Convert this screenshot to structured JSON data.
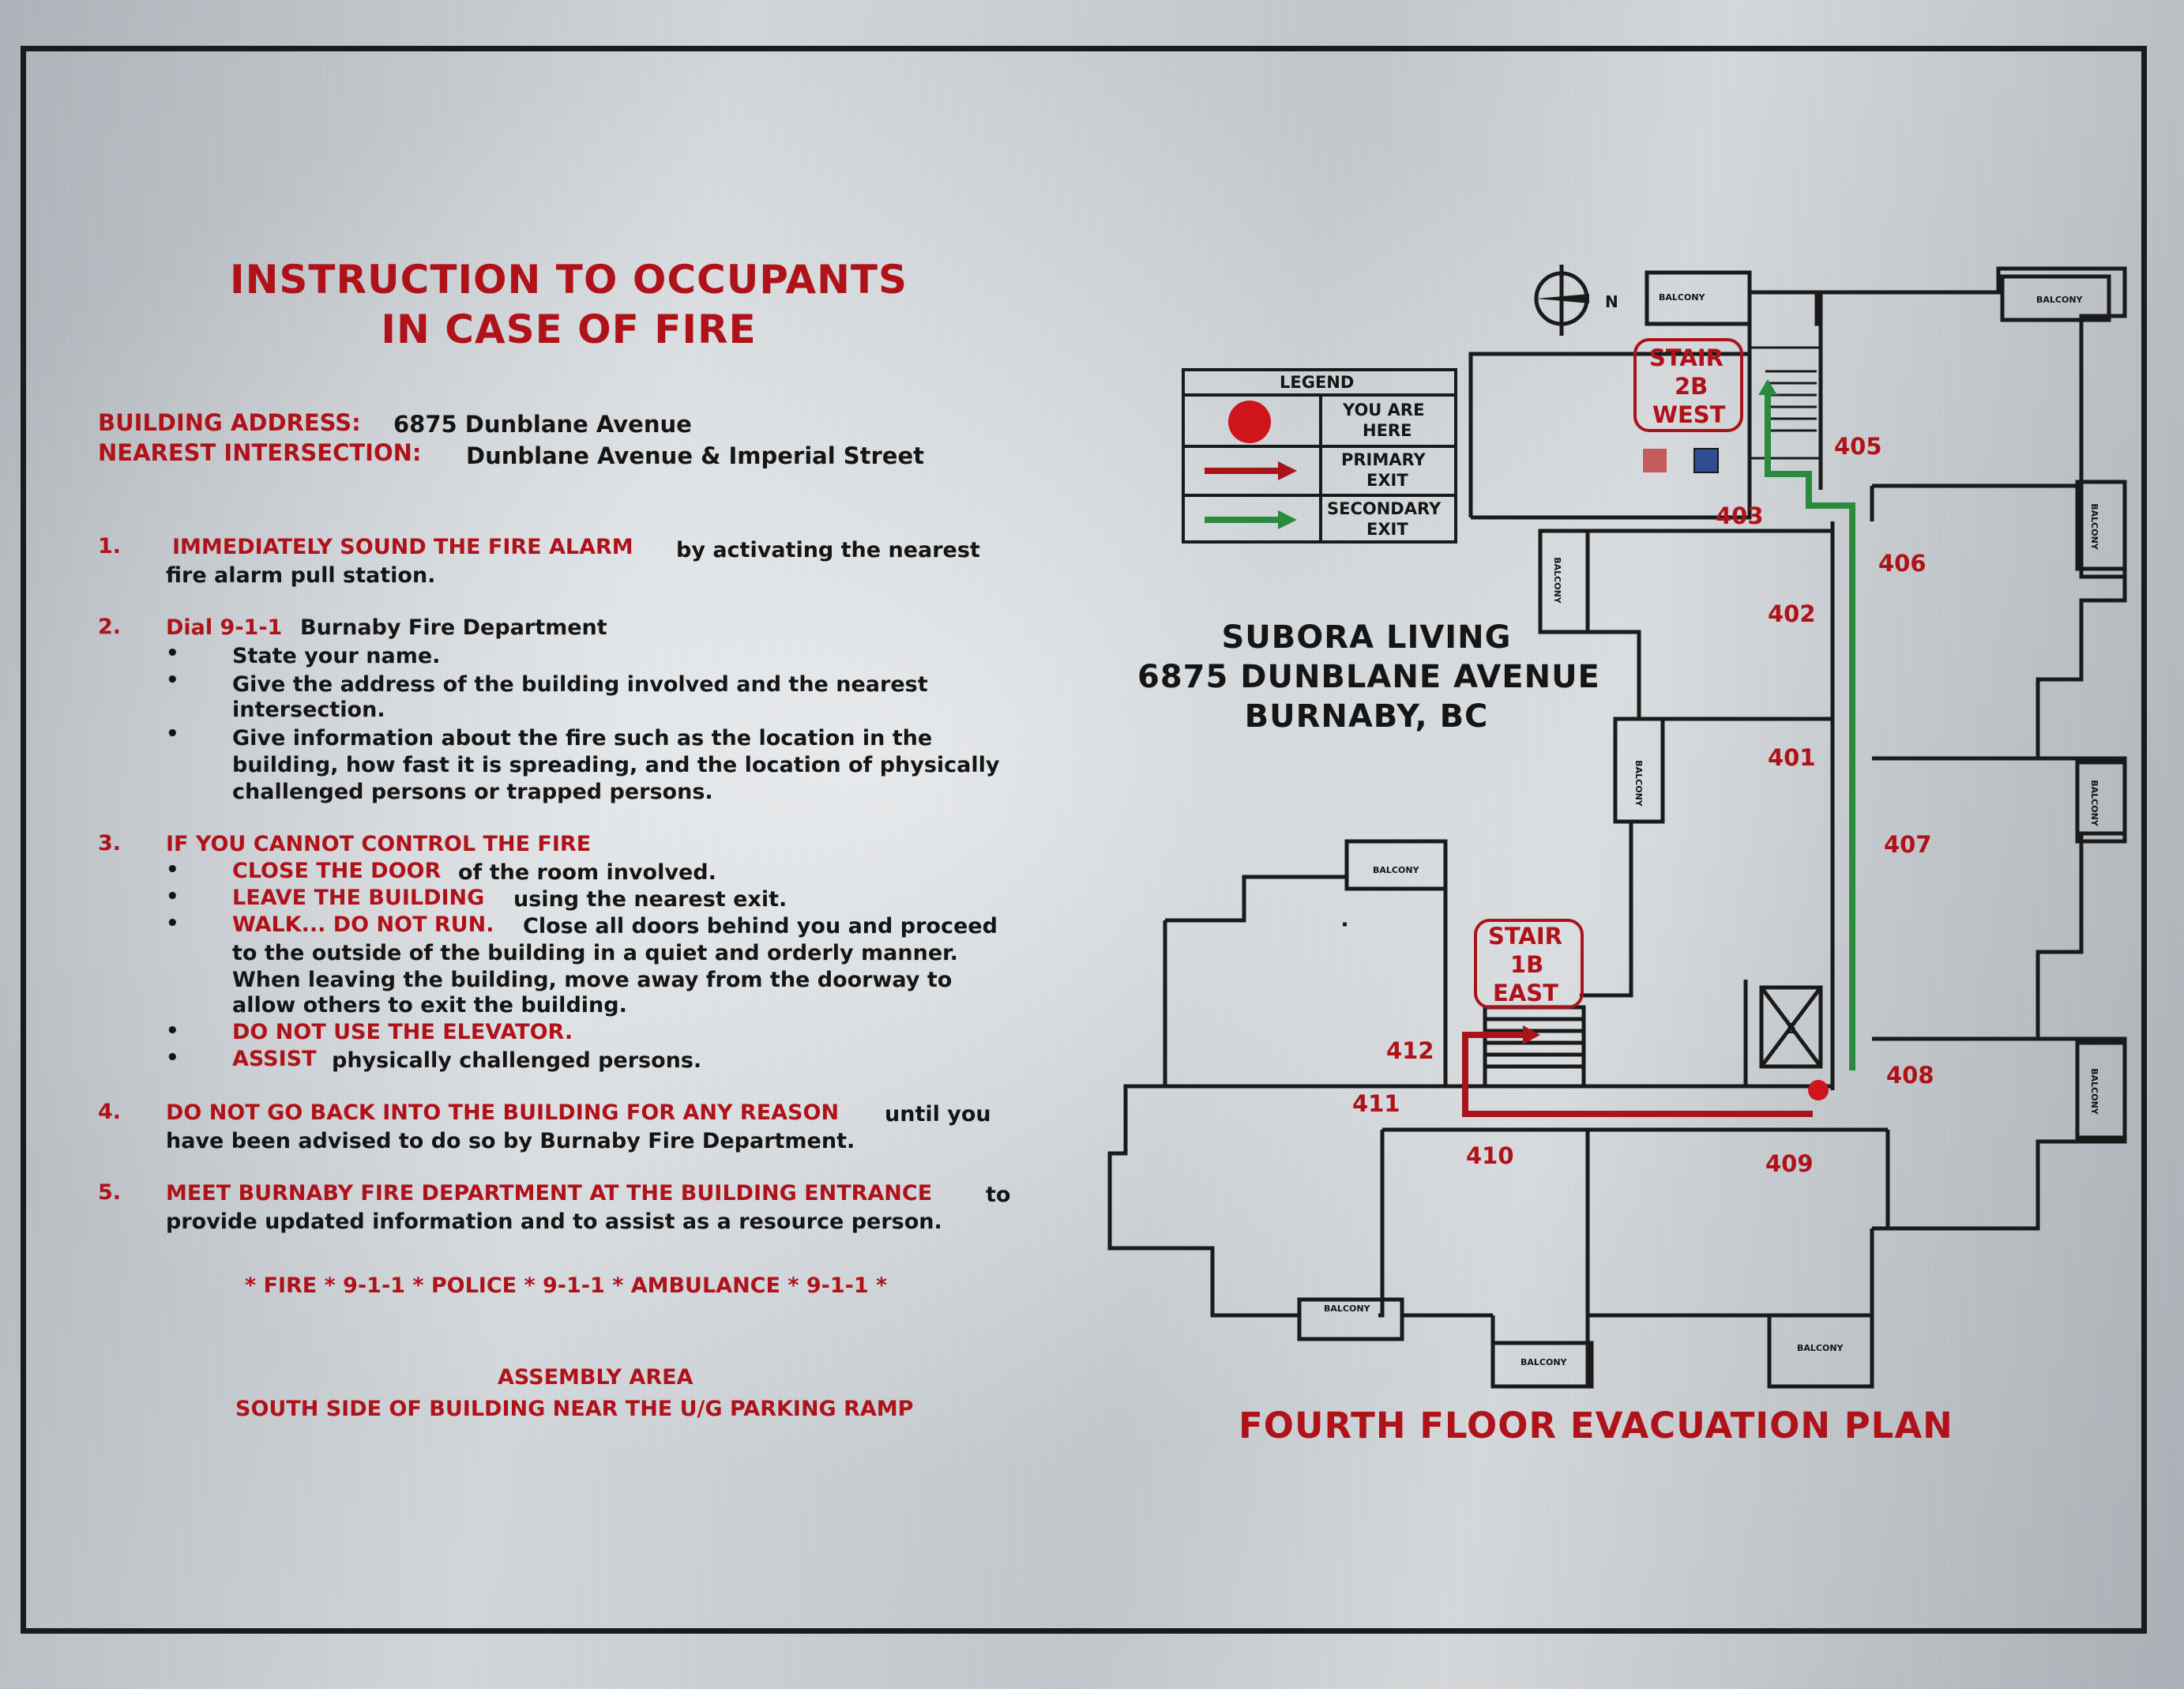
{
  "header": {
    "title_line1": "INSTRUCTION TO OCCUPANTS",
    "title_line2": "IN CASE OF FIRE"
  },
  "address": {
    "building_label": "BUILDING ADDRESS:",
    "building_value": "6875 Dunblane Avenue",
    "intersection_label": "NEAREST INTERSECTION:",
    "intersection_value": "Dunblane Avenue & Imperial Street"
  },
  "instructions": {
    "n1": "1.",
    "s1_red": "IMMEDIATELY SOUND THE FIRE ALARM",
    "s1_black_a": "by activating the nearest",
    "s1_black_b": "fire alarm pull station.",
    "n2": "2.",
    "s2_red": "Dial 9-1-1",
    "s2_black": "Burnaby Fire Department",
    "s2_b1": "State your name.",
    "s2_b2_a": "Give the address of the building involved and the nearest",
    "s2_b2_b": "intersection.",
    "s2_b3_a": "Give information about the fire such as the location in the",
    "s2_b3_b": "building, how fast it is spreading, and the location of physically",
    "s2_b3_c": "challenged persons or trapped persons.",
    "n3": "3.",
    "s3_red": "IF YOU CANNOT CONTROL THE FIRE",
    "s3_b1_red": "CLOSE THE DOOR",
    "s3_b1_black": "of the room involved.",
    "s3_b2_red": "LEAVE THE BUILDING",
    "s3_b2_black": "using the nearest exit.",
    "s3_b3_red": "WALK... DO NOT RUN.",
    "s3_b3_black_a": "Close all doors behind you and proceed",
    "s3_b3_black_b": "to the outside of the building in a quiet and orderly manner.",
    "s3_b3_black_c": "When leaving the building, move away from the doorway to",
    "s3_b3_black_d": "allow others to exit the building.",
    "s3_b4_red": "DO NOT USE THE ELEVATOR.",
    "s3_b5_red": "ASSIST",
    "s3_b5_black": "physically challenged persons.",
    "n4": "4.",
    "s4_red": "DO NOT GO BACK INTO THE BUILDING FOR ANY REASON",
    "s4_black_a": "until you",
    "s4_black_b": "have been advised to do so by Burnaby Fire Department.",
    "n5": "5.",
    "s5_red": "MEET BURNABY FIRE DEPARTMENT AT THE BUILDING ENTRANCE",
    "s5_black_a": "to",
    "s5_black_b": "provide updated information and to assist as a resource person.",
    "bullet": "•"
  },
  "emergency_line": "* FIRE * 9-1-1 * POLICE * 9-1-1 * AMBULANCE * 9-1-1 *",
  "assembly": {
    "title": "ASSEMBLY AREA",
    "location": "SOUTH SIDE OF BUILDING NEAR THE U/G PARKING RAMP"
  },
  "legend": {
    "title": "LEGEND",
    "you_are_here_1": "YOU ARE",
    "you_are_here_2": "HERE",
    "primary_1": "PRIMARY",
    "primary_2": "EXIT",
    "secondary_1": "SECONDARY",
    "secondary_2": "EXIT",
    "colors": {
      "you_are_here": "#d0141c",
      "primary": "#a8141a",
      "secondary": "#2b8a3e"
    }
  },
  "building_name": {
    "line1": "SUBORA LIVING",
    "line2": "6875 DUNBLANE AVENUE",
    "line3": "BURNABY, BC"
  },
  "compass": {
    "label": "N"
  },
  "stairs": {
    "west_1": "STAIR",
    "west_2": "2B",
    "west_3": "WEST",
    "east_1": "STAIR",
    "east_2": "1B",
    "east_3": "EAST"
  },
  "rooms": {
    "r401": "401",
    "r402": "402",
    "r403": "403",
    "r405": "405",
    "r406": "406",
    "r407": "407",
    "r408": "408",
    "r409": "409",
    "r410": "410",
    "r411": "411",
    "r412": "412"
  },
  "balcony_label": "BALCONY",
  "elevator_label": "E",
  "plan_title": "FOURTH FLOOR EVACUATION PLAN"
}
